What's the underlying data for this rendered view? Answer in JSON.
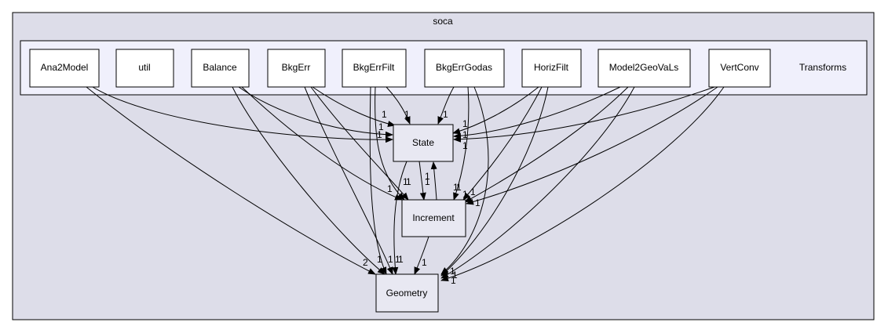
{
  "title": "soca",
  "transforms": {
    "label": "Transforms",
    "children": [
      "Ana2Model",
      "util",
      "Balance",
      "BkgErr",
      "BkgErrFilt",
      "BkgErrGodas",
      "HorizFilt",
      "Model2GeoVaLs",
      "VertConv"
    ]
  },
  "nodes": [
    "State",
    "Increment",
    "Geometry"
  ],
  "edge_labels": [
    "1",
    "1",
    "1",
    "2",
    "1",
    "1",
    "1",
    "1",
    "1",
    "1",
    "1",
    "1",
    "1",
    "1",
    "1",
    "1",
    "1",
    "1",
    "1",
    "1",
    "1",
    "1",
    "1",
    "1",
    "1",
    "1",
    "1",
    "1",
    "1",
    "1",
    "1",
    "1"
  ],
  "colors": {
    "outer_fill": "#dddde9",
    "inner_fill": "#f0f0fc",
    "box_fill": "#ffffff",
    "node_fill": "#e8e8f2",
    "stroke": "#000000"
  }
}
